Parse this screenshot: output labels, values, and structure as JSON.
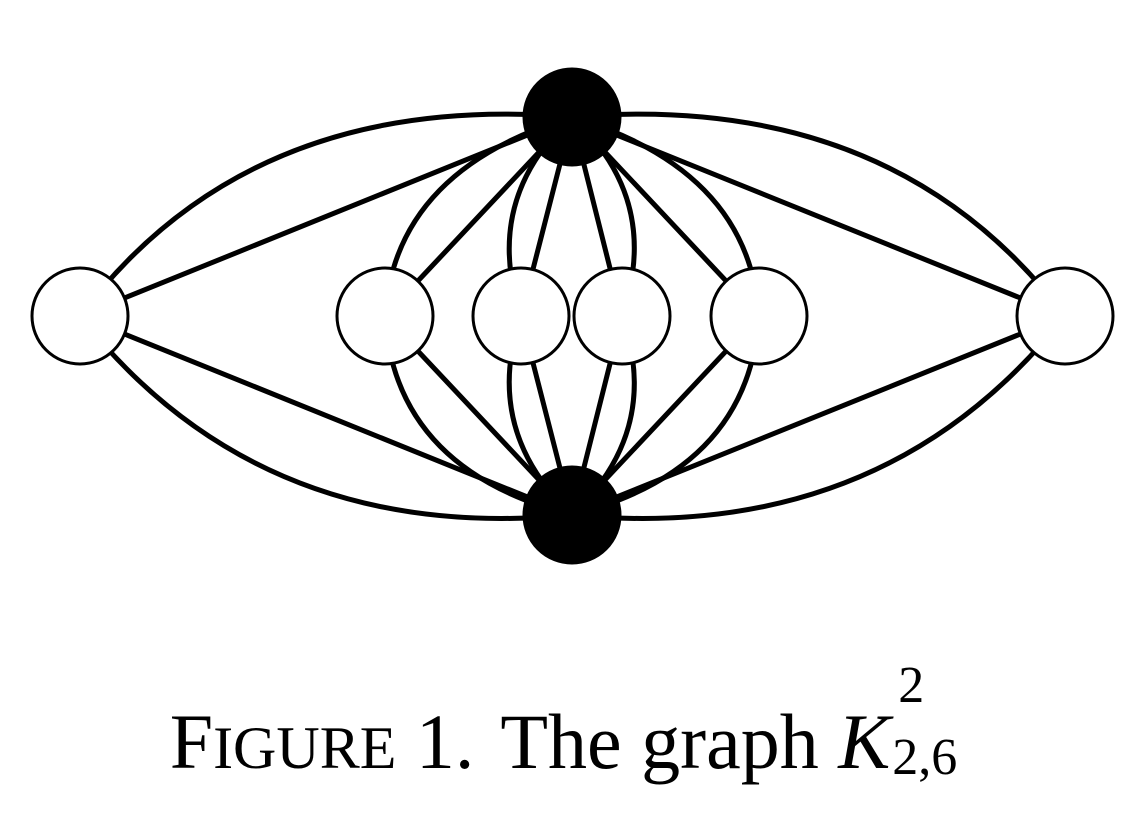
{
  "caption": {
    "label_first": "F",
    "label_rest": "IGURE",
    "number": "1.",
    "text": "The graph",
    "math_symbol": "K",
    "math_superscript": "2",
    "math_subscript": "2,6"
  },
  "colors": {
    "stroke": "#000000",
    "filled_vertex": "#000000",
    "open_vertex": "#ffffff"
  }
}
